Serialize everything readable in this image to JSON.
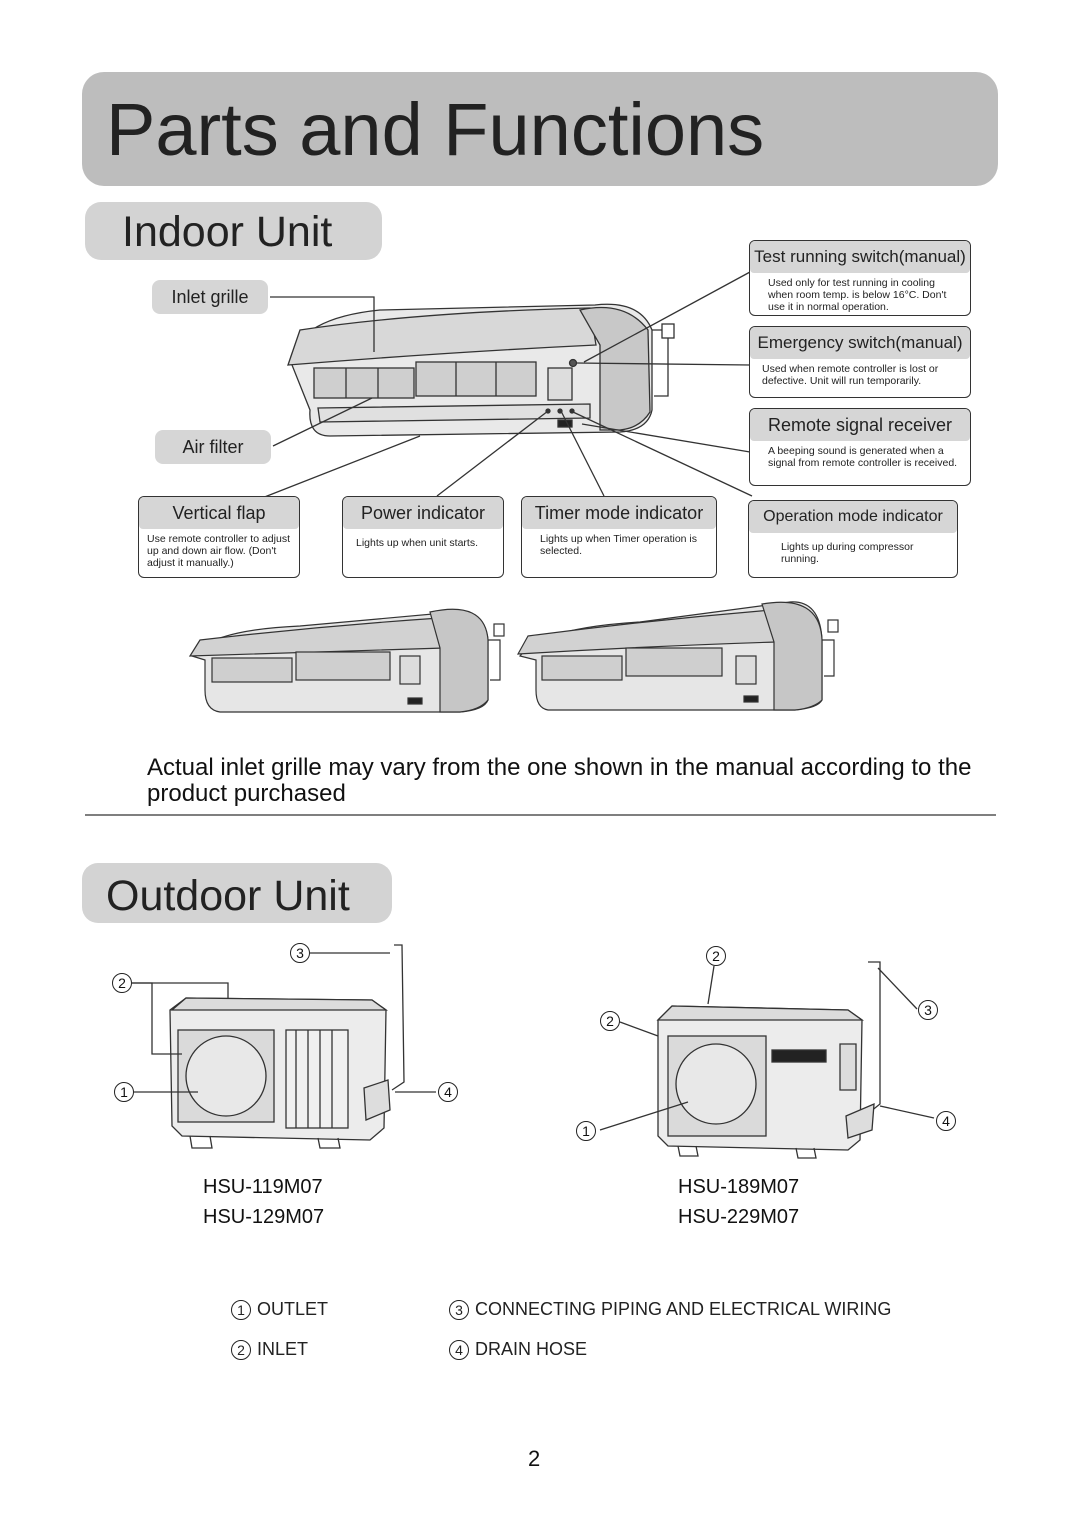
{
  "page_title": "Parts and Functions",
  "indoor": {
    "heading": "Indoor Unit",
    "labels": {
      "inlet_grille": "Inlet grille",
      "air_filter": "Air filter"
    },
    "boxes": {
      "test_running": {
        "title": "Test running switch(manual)",
        "text": "Used only for test running in cooling when room temp. is below 16°C. Don't use it in normal operation."
      },
      "emergency": {
        "title": "Emergency switch(manual)",
        "text": "Used when remote controller is lost or defective. Unit will run temporarily."
      },
      "remote_signal": {
        "title": "Remote signal receiver",
        "text": "A beeping sound is generated when a signal from remote controller is received."
      },
      "vertical_flap": {
        "title": "Vertical flap",
        "text": "Use remote controller to adjust up and down air flow. (Don't adjust it manually.)"
      },
      "power_indicator": {
        "title": "Power indicator",
        "text": "Lights up when unit starts."
      },
      "timer_indicator": {
        "title": "Timer mode indicator",
        "text": "Lights up when Timer operation is selected."
      },
      "operation_indicator": {
        "title": "Operation mode indicator",
        "text": "Lights up during compressor running."
      }
    },
    "note": "Actual inlet grille may vary from the one shown in the manual according to the product purchased"
  },
  "outdoor": {
    "heading": "Outdoor Unit",
    "markers": {
      "one": "1",
      "two": "2",
      "three": "3",
      "four": "4"
    },
    "models_left": [
      "HSU-119M07",
      "HSU-129M07"
    ],
    "models_right": [
      "HSU-189M07",
      "HSU-229M07"
    ],
    "legend": [
      {
        "num": "1",
        "label": "OUTLET"
      },
      {
        "num": "3",
        "label": "CONNECTING PIPING AND ELECTRICAL WIRING"
      },
      {
        "num": "2",
        "label": "INLET"
      },
      {
        "num": "4",
        "label": "DRAIN HOSE"
      }
    ]
  },
  "page_number": "2"
}
